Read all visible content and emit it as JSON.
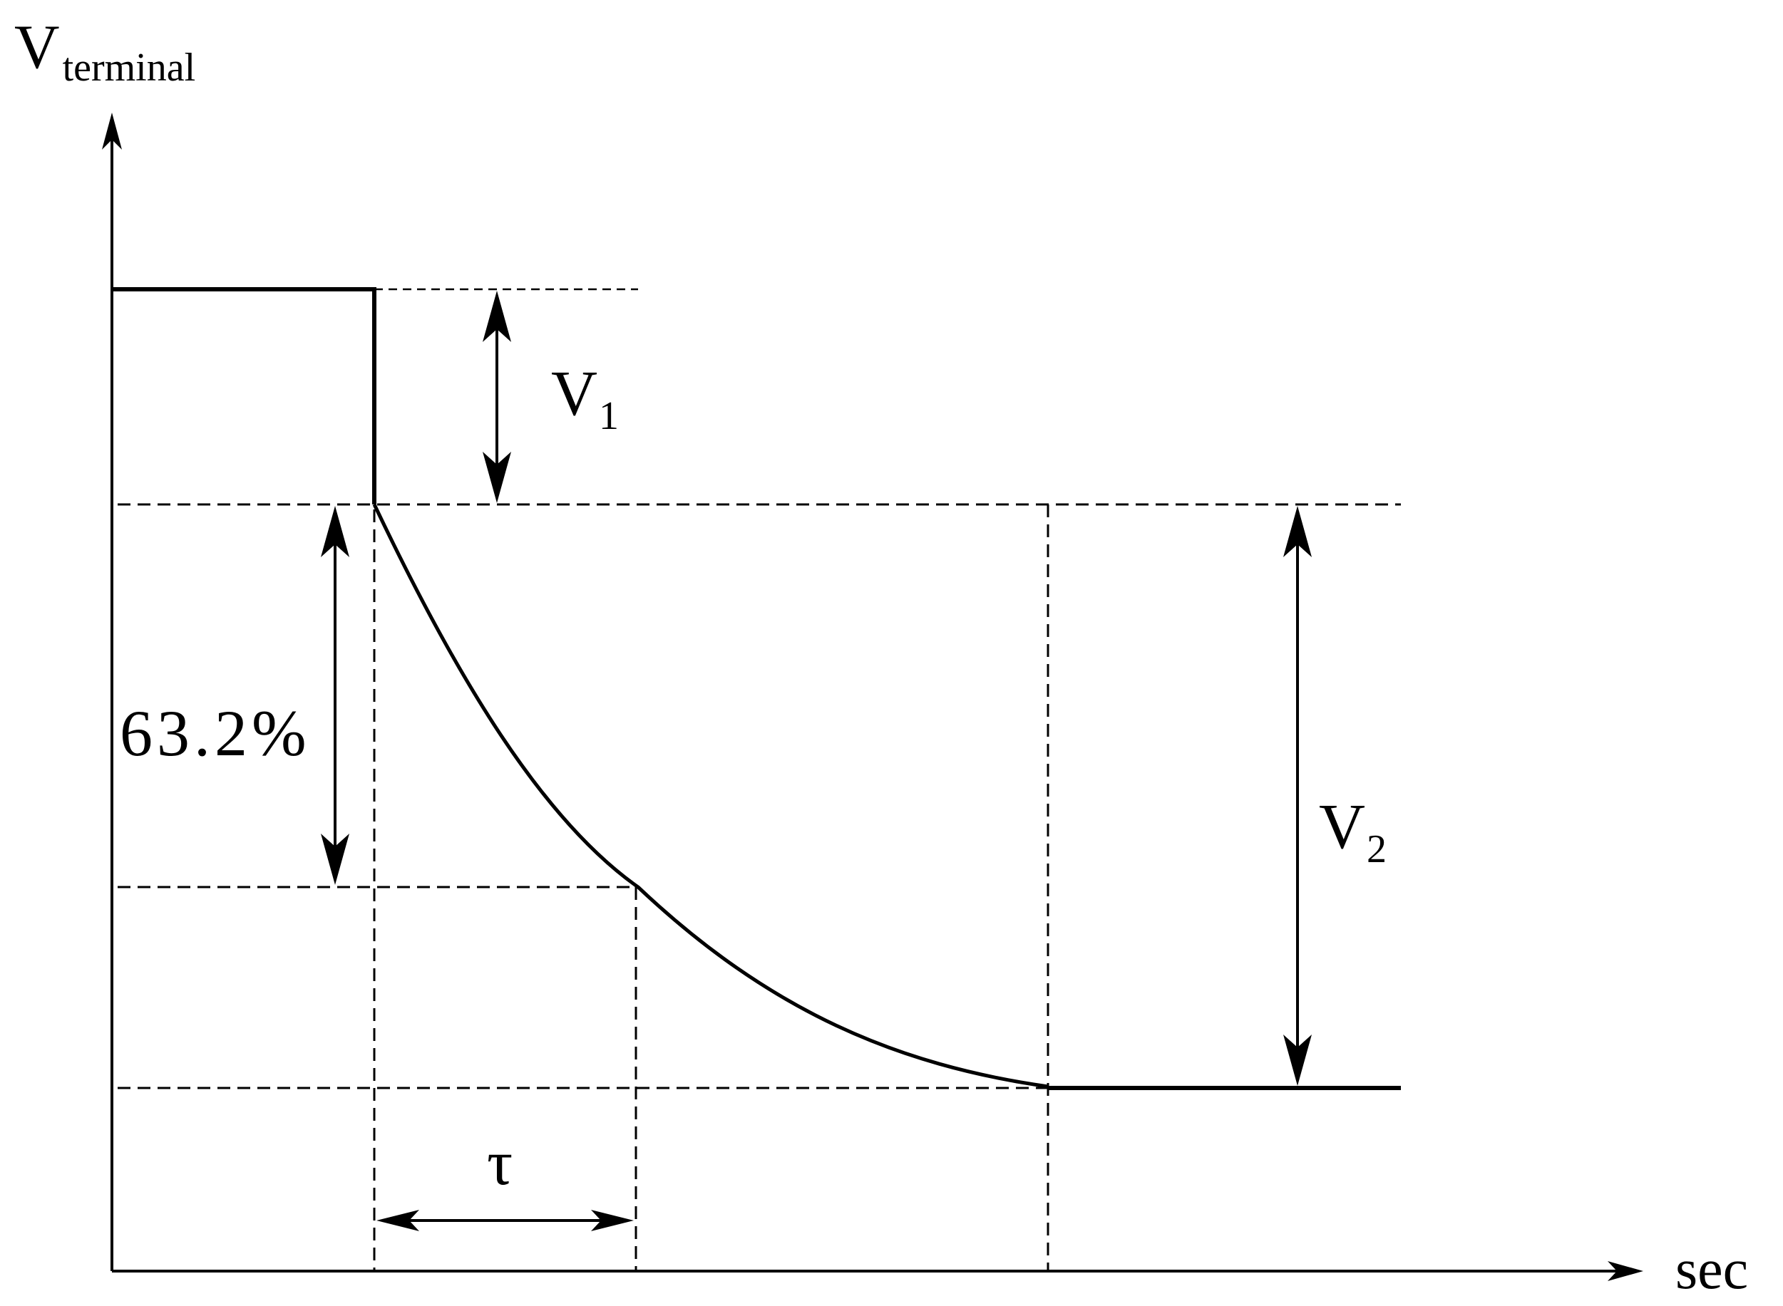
{
  "diagram": {
    "y_axis_label": "V",
    "y_axis_label_sub": "terminal",
    "x_axis_label": "sec",
    "v1_label": "V",
    "v1_sub": "1",
    "v2_label": "V",
    "v2_sub": "2",
    "percent_label": "63.2%",
    "tau_label": "τ"
  }
}
